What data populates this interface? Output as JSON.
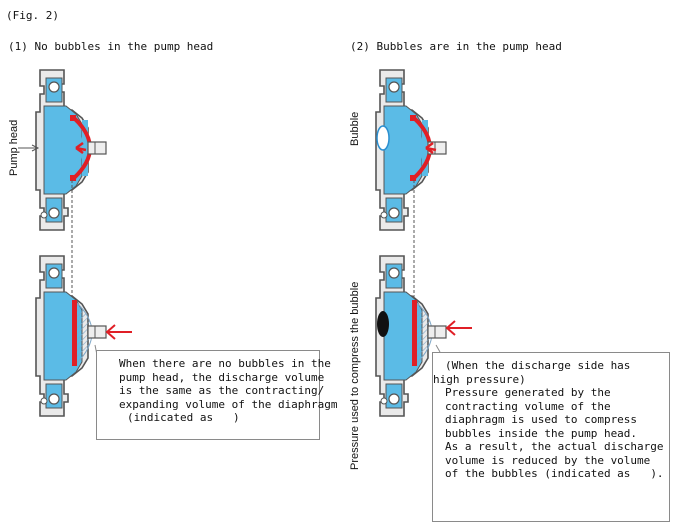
{
  "figure_label": "(Fig. 2)",
  "panel1": {
    "title": "(1) No bubbles in the pump head",
    "pump_head_label": "Pump head",
    "callout_lines": [
      "When there are no bubbles in the",
      "pump head, the discharge volume",
      "is the same as the contracting/",
      "expanding volume of the diaphragm",
      "(indicated as"
    ],
    "callout_tail": ")"
  },
  "panel2": {
    "title": "(2) Bubbles are in the pump head",
    "bubble_label": "Bubble",
    "pressure_label": "Pressure used to compress the bubble",
    "callout_lines": [
      "(When the discharge side has",
      "high pressure)",
      "Pressure generated by the",
      "contracting volume of the",
      "diaphragm is used to compress",
      "bubbles inside the pump head.",
      "As a result, the actual discharge",
      "volume is reduced by the volume",
      "of the bubbles (indicated as"
    ],
    "callout_tail": ")."
  },
  "colors": {
    "fluid": "#5bbbe6",
    "diaphragm": "#e01f26",
    "arrow": "#e01f26",
    "housing_stroke": "#555555",
    "housing_fill": "#e6e6e6",
    "hatch": "#7fa8c8",
    "bubble": "#111111"
  }
}
